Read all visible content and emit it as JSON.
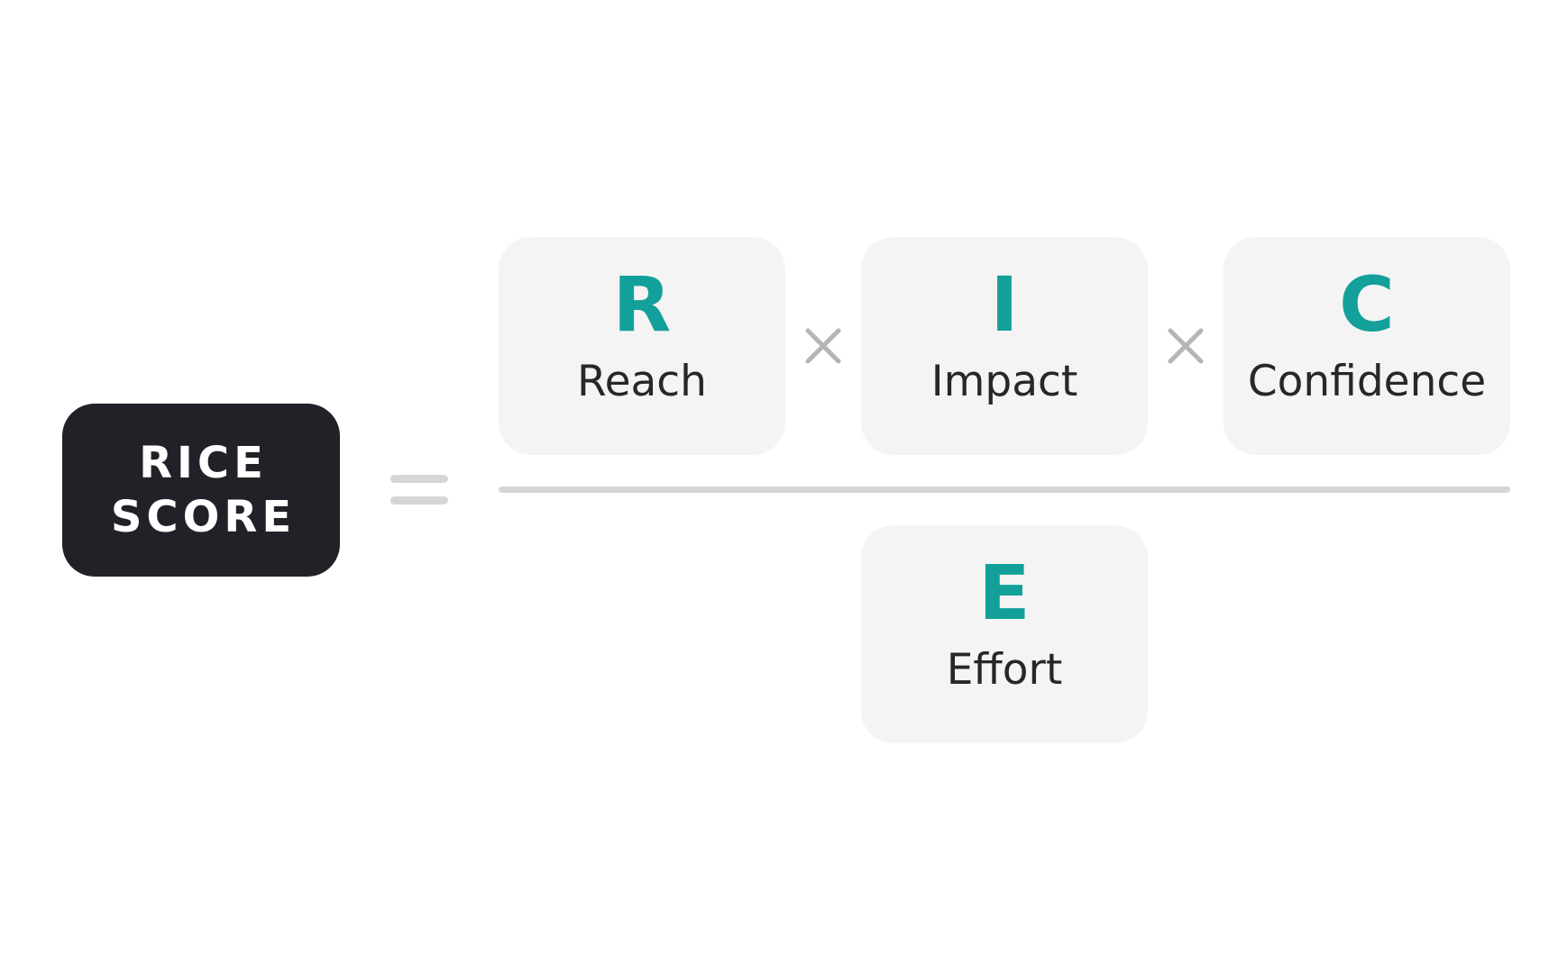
{
  "score": {
    "line1": "RICE",
    "line2": "SCORE"
  },
  "numerator": [
    {
      "letter": "R",
      "word": "Reach"
    },
    {
      "letter": "I",
      "word": "Impact"
    },
    {
      "letter": "C",
      "word": "Confidence"
    }
  ],
  "denominator": {
    "letter": "E",
    "word": "Effort"
  },
  "icons": {
    "equals": "equals-icon",
    "multiply": "times-icon"
  },
  "colors": {
    "accent": "#13a09a",
    "score_background": "#202228",
    "card_background": "#f4f4f4",
    "text": "#25272b",
    "operator": "#b5b5b5",
    "line": "#d6d6d6"
  }
}
